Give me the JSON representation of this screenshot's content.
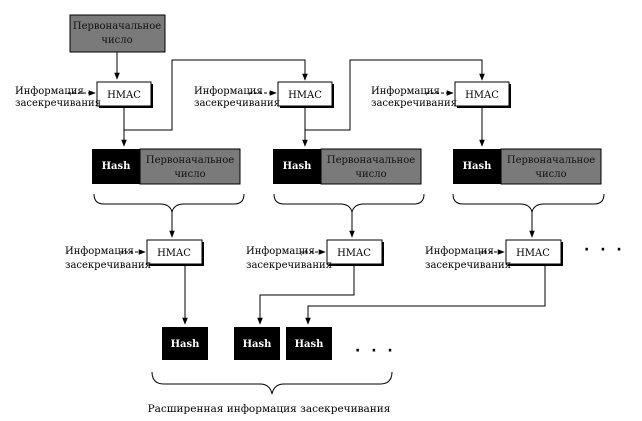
{
  "diagram": {
    "seed_text_line1": "Первоначальное",
    "seed_text_line2": "число",
    "hmac_label": "HMAC",
    "info_line1": "Информация",
    "info_line2": "засекречивания",
    "hash_label": "Hash",
    "ellipsis": "· · ·",
    "caption": "Расширенная информация засекречивания"
  }
}
